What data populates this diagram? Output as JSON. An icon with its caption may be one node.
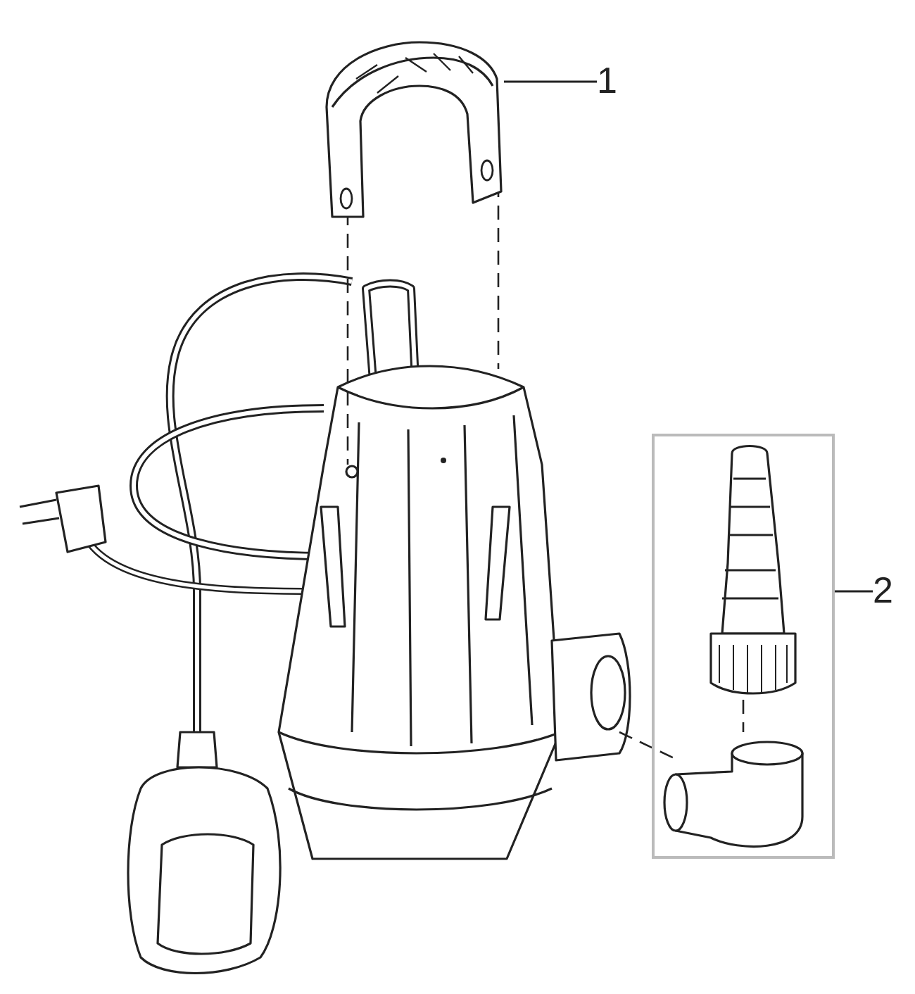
{
  "diagram": {
    "nodes": [
      {
        "text": [
          "1"
        ]
      },
      {
        "text": [],
        "shape": "picture"
      },
      {
        "text": [
          "2"
        ]
      },
      {
        "text": [],
        "shape": "box"
      }
    ],
    "edges": [
      {
        "from": 0,
        "to": 1,
        "arrow": "none"
      },
      {
        "from": 2,
        "to": 3,
        "arrow": "none"
      }
    ]
  }
}
